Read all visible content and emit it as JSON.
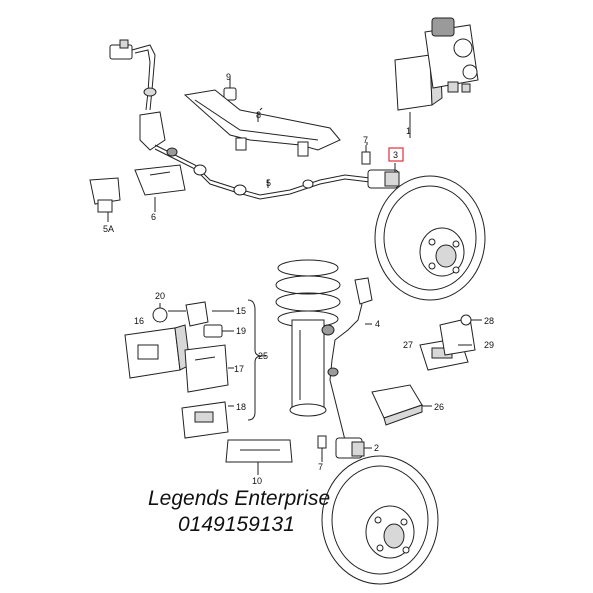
{
  "callouts": {
    "c1": "1",
    "c2": "2",
    "c3": "3",
    "c4": "4",
    "c5": "5",
    "c5a": "5A",
    "c6": "6",
    "c7a": "7",
    "c7b": "7",
    "c8": "8",
    "c9": "9",
    "c10": "10",
    "c15": "15",
    "c16": "16",
    "c17": "17",
    "c18": "18",
    "c19": "19",
    "c20": "20",
    "c25": "25",
    "c26": "26",
    "c27": "27",
    "c28": "28",
    "c29": "29"
  },
  "highlight": {
    "part": "3",
    "color": "#e0303c"
  },
  "watermark": {
    "line1": "Legends Enterprise",
    "line2": "0149159131"
  }
}
